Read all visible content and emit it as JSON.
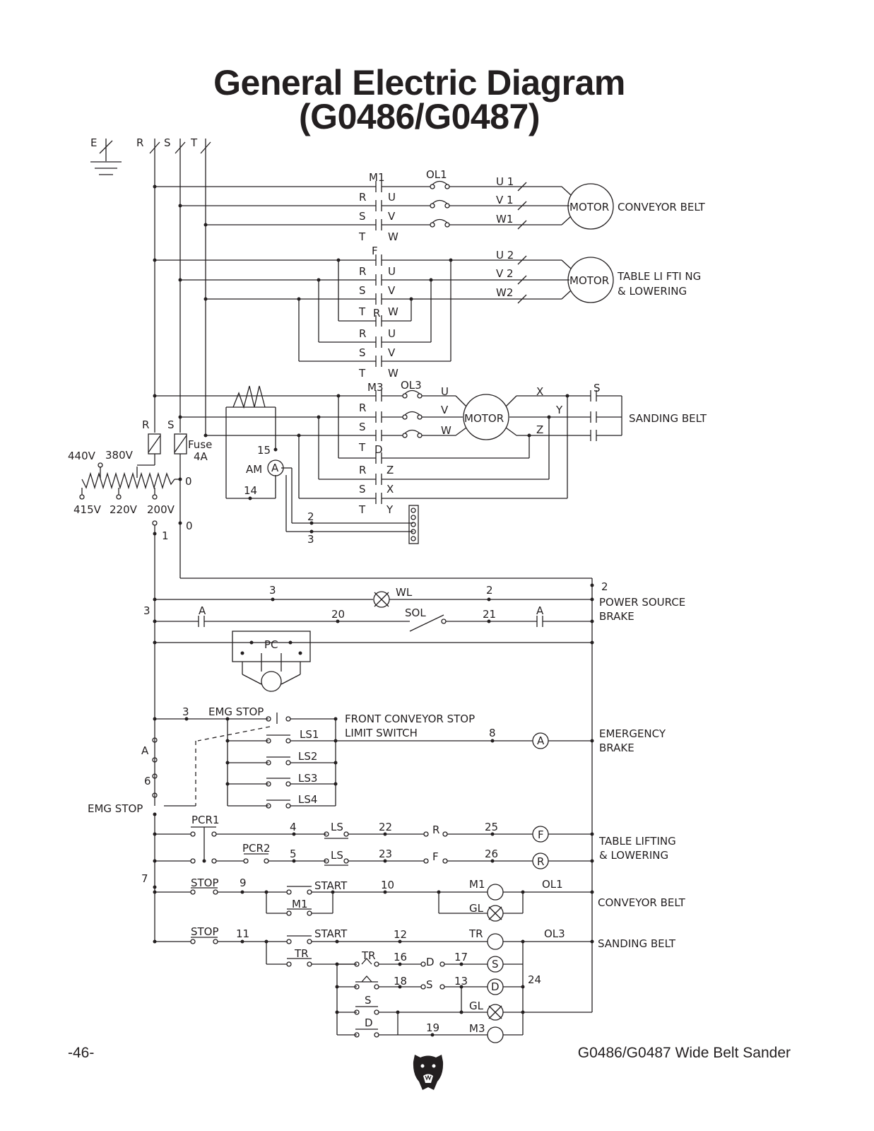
{
  "title": {
    "line1": "General Electric Diagram",
    "line2": "(G0486/G0487)"
  },
  "footer": {
    "page_number": "-46-",
    "product": "G0486/G0487 Wide Belt Sander"
  },
  "logo": {
    "icon": "bear-head-icon"
  },
  "labels": {
    "E": "E",
    "R": "R",
    "S": "S",
    "T": "T",
    "M1": "M1",
    "OL1": "OL1",
    "U": "U",
    "V": "V",
    "W": "W",
    "U1": "U 1",
    "V1": "V 1",
    "W1": "W1",
    "MOTOR": "MOTOR",
    "CONVEYOR_BELT_1": "CONVEYOR  BELT",
    "F": "F",
    "U2": "U 2",
    "V2": "V 2",
    "W2": "W2",
    "TABLE_LIFTING_1": "TABLE  LI FTI NG",
    "LOWERING_1": "& LOWERING",
    "M3": "M3",
    "OL3": "OL3",
    "X": "X",
    "Y": "Y",
    "Z": "Z",
    "D": "D",
    "SANDING_BELT_1": "SANDING  BELT",
    "Fuse": "Fuse",
    "4A": "4A",
    "n15": "15",
    "AM": "AM",
    "A": "A",
    "n14": "14",
    "V440": "440V",
    "V380": "380V",
    "V415": "415V",
    "V220": "220V",
    "V200": "200V",
    "n0": "0",
    "n1": "1",
    "n2": "2",
    "n3": "3",
    "WL": "WL",
    "POWER_SOURCE": "POWER  SOURCE",
    "BRAKE_1": "BRAKE",
    "n20": "20",
    "SOL": "SOL",
    "n21": "21",
    "PC": "PC",
    "EMG_STOP": "EMG STOP",
    "FRONT_CONVEYOR_STOP": "FRONT  CONVEYOR  STOP",
    "LIMIT_SWITCH": "LIMIT SWITCH",
    "n8": "8",
    "LS1": "LS1",
    "LS2": "LS2",
    "LS3": "LS3",
    "LS4": "LS4",
    "EMERGENCY": "EMERGENCY",
    "BRAKE_2": "BRAKE",
    "n6": "6",
    "EMG_STOP_2": "EMG STOP",
    "PCR1": "PCR1",
    "PCR2": "PCR2",
    "n4": "4",
    "n5": "5",
    "LS": "LS",
    "n22": "22",
    "n23": "23",
    "n25": "25",
    "n26": "26",
    "TABLE_LIFTING_2": "TABLE  LIFTING",
    "LOWERING_2": "& LOWERING",
    "n7": "7",
    "STOP": "STOP",
    "n9": "9",
    "START": "START",
    "n10": "10",
    "GL": "GL",
    "CONVEYOR_BELT_2": "CONVEYOR  BELT",
    "n11": "11",
    "n12": "12",
    "TR": "TR",
    "SANDING_BELT_2": "SANDING  BELT",
    "n16": "16",
    "n17": "17",
    "n18": "18",
    "n13": "13",
    "n24": "24",
    "n19": "19"
  },
  "colors": {
    "ink": "#231f20",
    "paper": "#ffffff"
  }
}
